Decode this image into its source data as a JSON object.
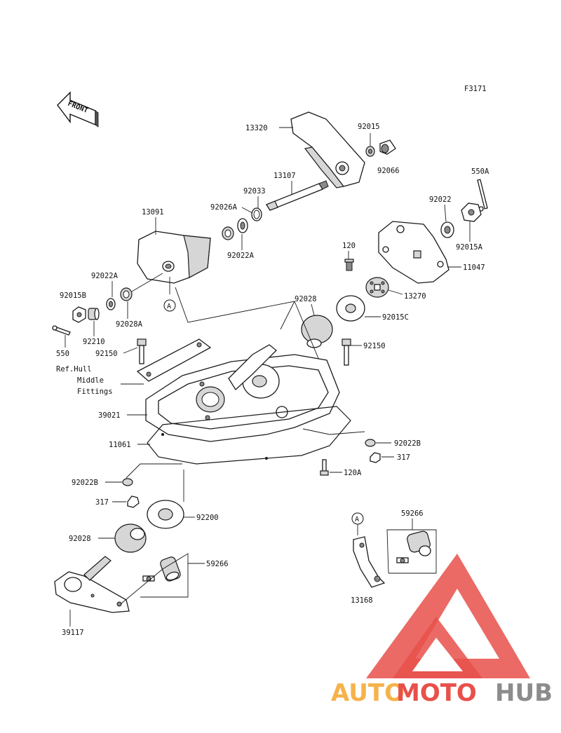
{
  "figure_code": "F3171",
  "front_label": "FRONT",
  "ref_note": [
    "Ref.Hull",
    "Middle",
    "Fittings"
  ],
  "callouts": {
    "c13320": "13320",
    "c92015": "92015",
    "c92066": "92066",
    "c13107": "13107",
    "c92033": "92033",
    "c92026A": "92026A",
    "c550A": "550A",
    "c92022_top": "92022",
    "c13091": "13091",
    "c92022A_r": "92022A",
    "c92015A": "92015A",
    "c11047": "11047",
    "c120": "120",
    "c13270": "13270",
    "c92022A_l": "92022A",
    "c92015B": "92015B",
    "c92028A": "92028A",
    "c92028_mid": "92028",
    "c92015C": "92015C",
    "c92210": "92210",
    "c550": "550",
    "c92150_l": "92150",
    "c92150_r": "92150",
    "c39021": "39021",
    "c11061": "11061",
    "c92022B_r": "92022B",
    "c317_r": "317",
    "c120A": "120A",
    "c92022B_l": "92022B",
    "c317_l": "317",
    "c92200": "92200",
    "c92028_low": "92028",
    "c59266_l": "59266",
    "c39117": "39117",
    "c59266_r": "59266",
    "c13168": "13168"
  },
  "ref_marks": {
    "a1": "A",
    "a2": "A"
  },
  "watermark": {
    "part1": "AUTO",
    "part2": "MOTO",
    "part3": "HUB"
  },
  "colors": {
    "watermark_orange": "#f6b24a",
    "watermark_red": "#e8504a",
    "watermark_gray": "#8c8c8c",
    "line": "#1a1a1a"
  }
}
